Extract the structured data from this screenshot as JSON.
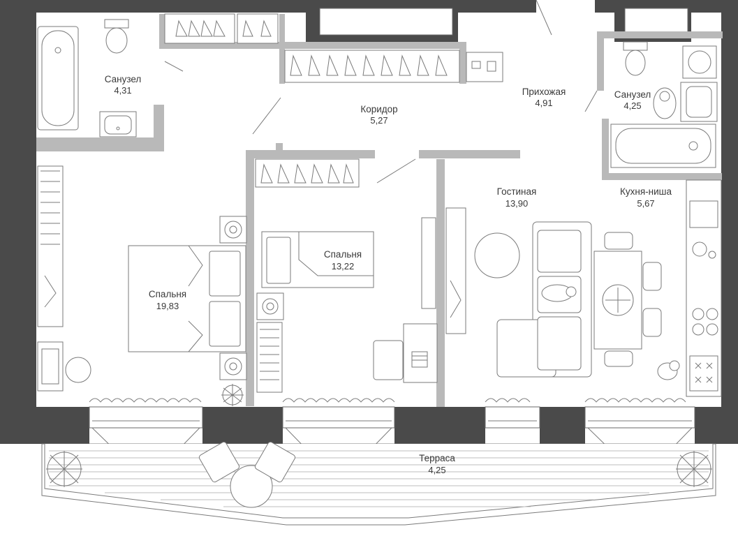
{
  "plan": {
    "rooms": [
      {
        "id": "bath-left",
        "name": "Санузел",
        "area": "4,31"
      },
      {
        "id": "corridor",
        "name": "Коридор",
        "area": "5,27"
      },
      {
        "id": "hallway",
        "name": "Прихожая",
        "area": "4,91"
      },
      {
        "id": "bath-right",
        "name": "Санузел",
        "area": "4,25"
      },
      {
        "id": "living",
        "name": "Гостиная",
        "area": "13,90"
      },
      {
        "id": "kitchen",
        "name": "Кухня-ниша",
        "area": "5,67"
      },
      {
        "id": "bedroom-small",
        "name": "Спальня",
        "area": "13,22"
      },
      {
        "id": "bedroom-large",
        "name": "Спальня",
        "area": "19,83"
      },
      {
        "id": "terrace",
        "name": "Терраса",
        "area": "4,25"
      }
    ],
    "colors": {
      "wall": "#4a4a4a",
      "partition": "#b9b9b9",
      "line": "#7a7a7a"
    }
  }
}
